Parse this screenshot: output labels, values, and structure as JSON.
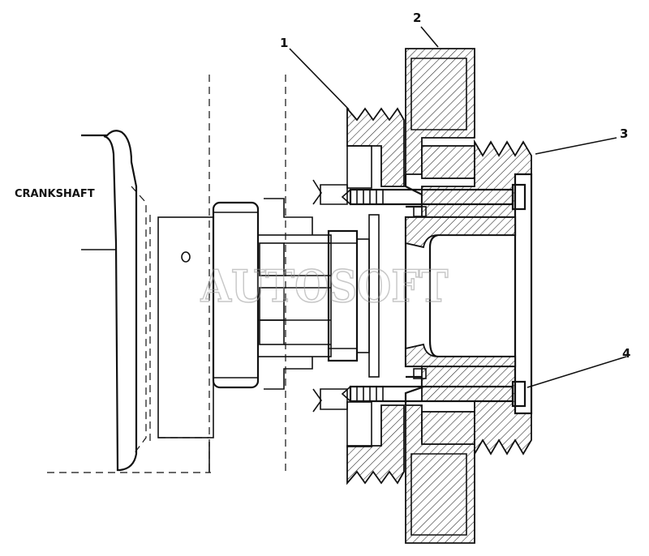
{
  "diagram": {
    "crankshaft_label": "CRANKSHAFT",
    "watermark": "AUTOSOFT",
    "callouts": [
      {
        "id": "1",
        "text": "1"
      },
      {
        "id": "2",
        "text": "2"
      },
      {
        "id": "3",
        "text": "3"
      },
      {
        "id": "4",
        "text": "4"
      }
    ]
  }
}
